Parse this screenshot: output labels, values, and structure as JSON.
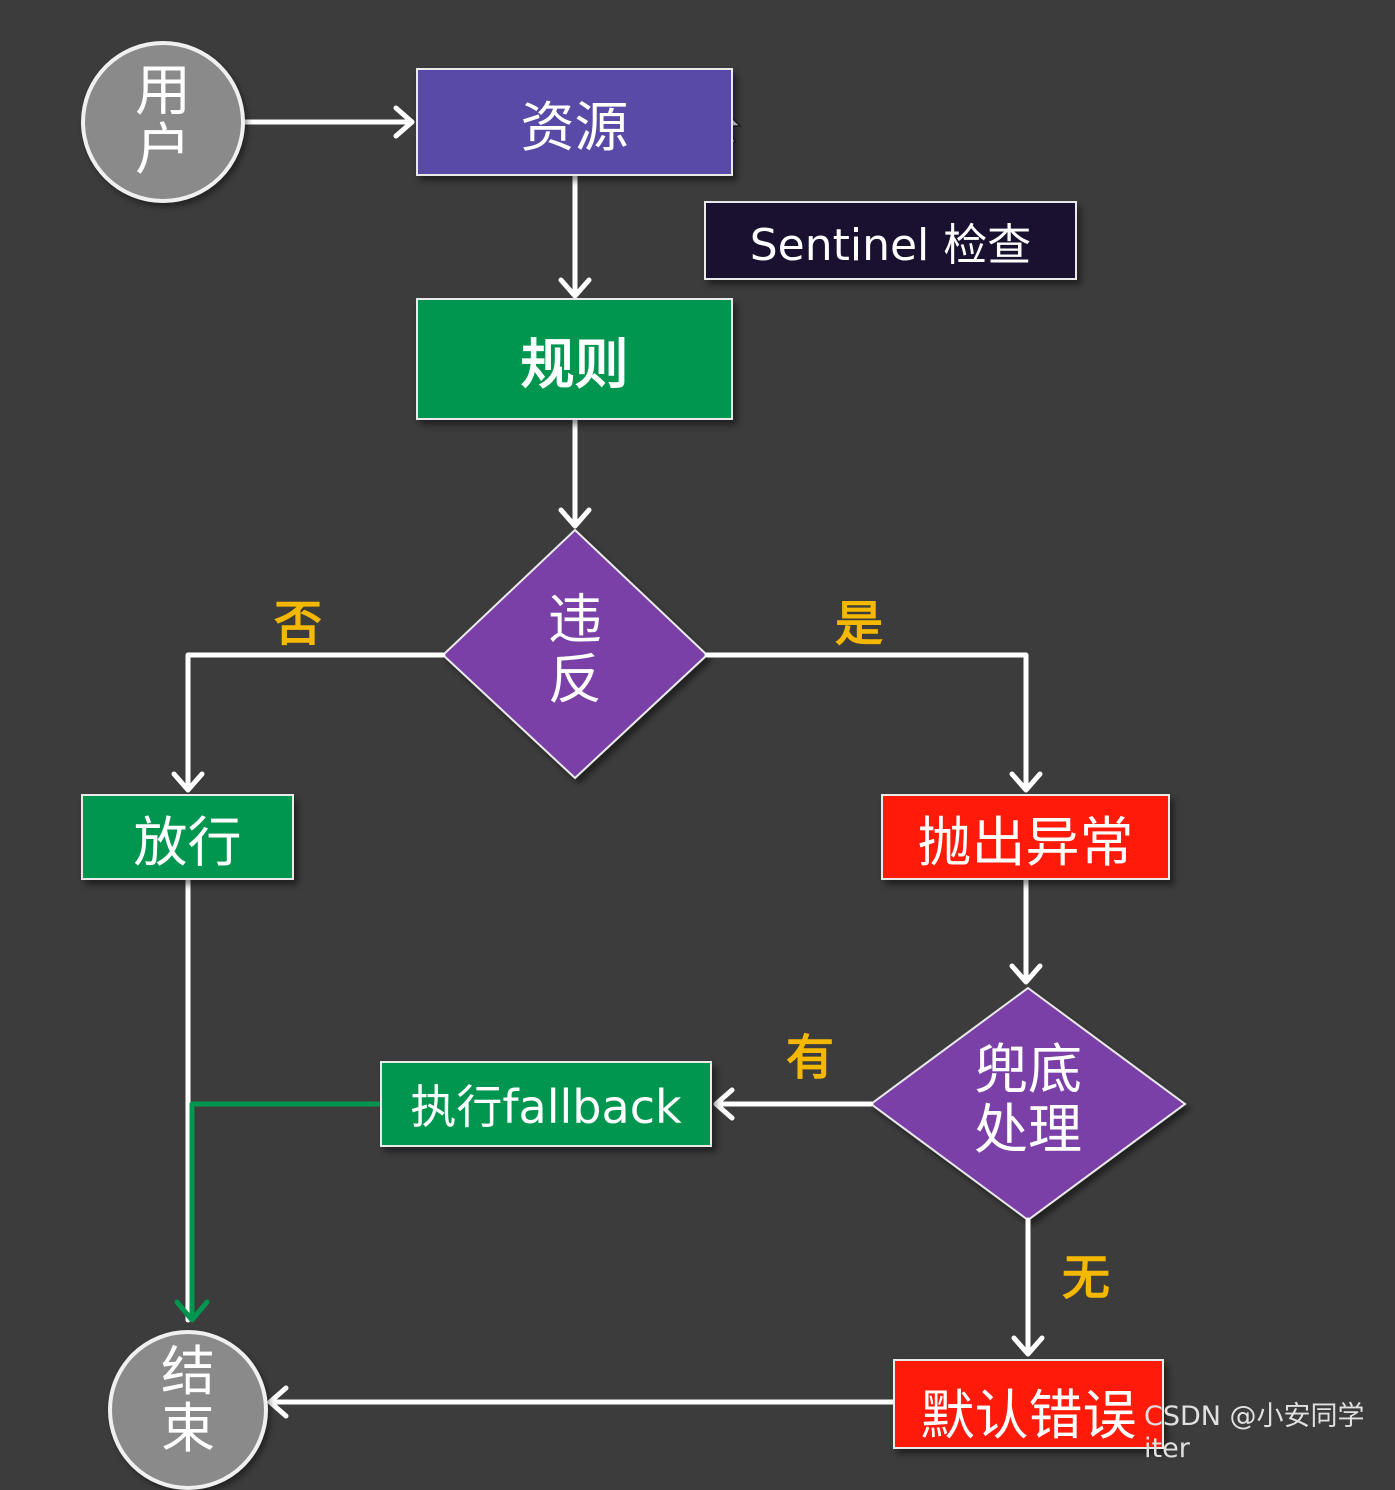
{
  "nodes": {
    "user": "用户",
    "user_line1": "用",
    "user_line2": "户",
    "resource": "资源",
    "sentinel": "Sentinel 检查",
    "rule": "规则",
    "violate_line1": "违",
    "violate_line2": "反",
    "pass": "放行",
    "throw": "抛出异常",
    "fallback_check_line1": "兜底",
    "fallback_check_line2": "处理",
    "exec_fallback": "执行fallback",
    "default_error": "默认错误",
    "end_line1": "结",
    "end_line2": "束"
  },
  "edge_labels": {
    "no": "否",
    "yes": "是",
    "has": "有",
    "none": "无"
  },
  "watermark": "CSDN @小安同学iter",
  "colors": {
    "background": "#3c3c3c",
    "purple_box": "#5a4aa8",
    "green_box": "#00964f",
    "red_box": "#ff1a0a",
    "diamond": "#7a40a8",
    "dark_box": "#1a1030",
    "label_yellow": "#f5b800",
    "edge_white": "#ffffff",
    "edge_green": "#00964f"
  }
}
